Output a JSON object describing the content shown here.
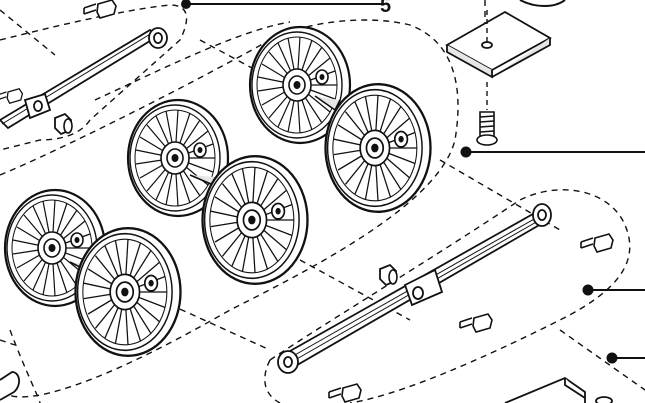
{
  "diagram": {
    "callouts": [
      {
        "id": "5",
        "label": "5"
      }
    ],
    "parts": [
      "coupling-rod-left",
      "wheelset-front",
      "wheelset-middle",
      "wheelset-rear",
      "coupling-rod-right",
      "crank-pin",
      "bushing",
      "spring-plate",
      "plate-screw"
    ],
    "colors": {
      "line": "#111111",
      "fill": "#ffffff",
      "shade": "#e6e6e6"
    }
  }
}
